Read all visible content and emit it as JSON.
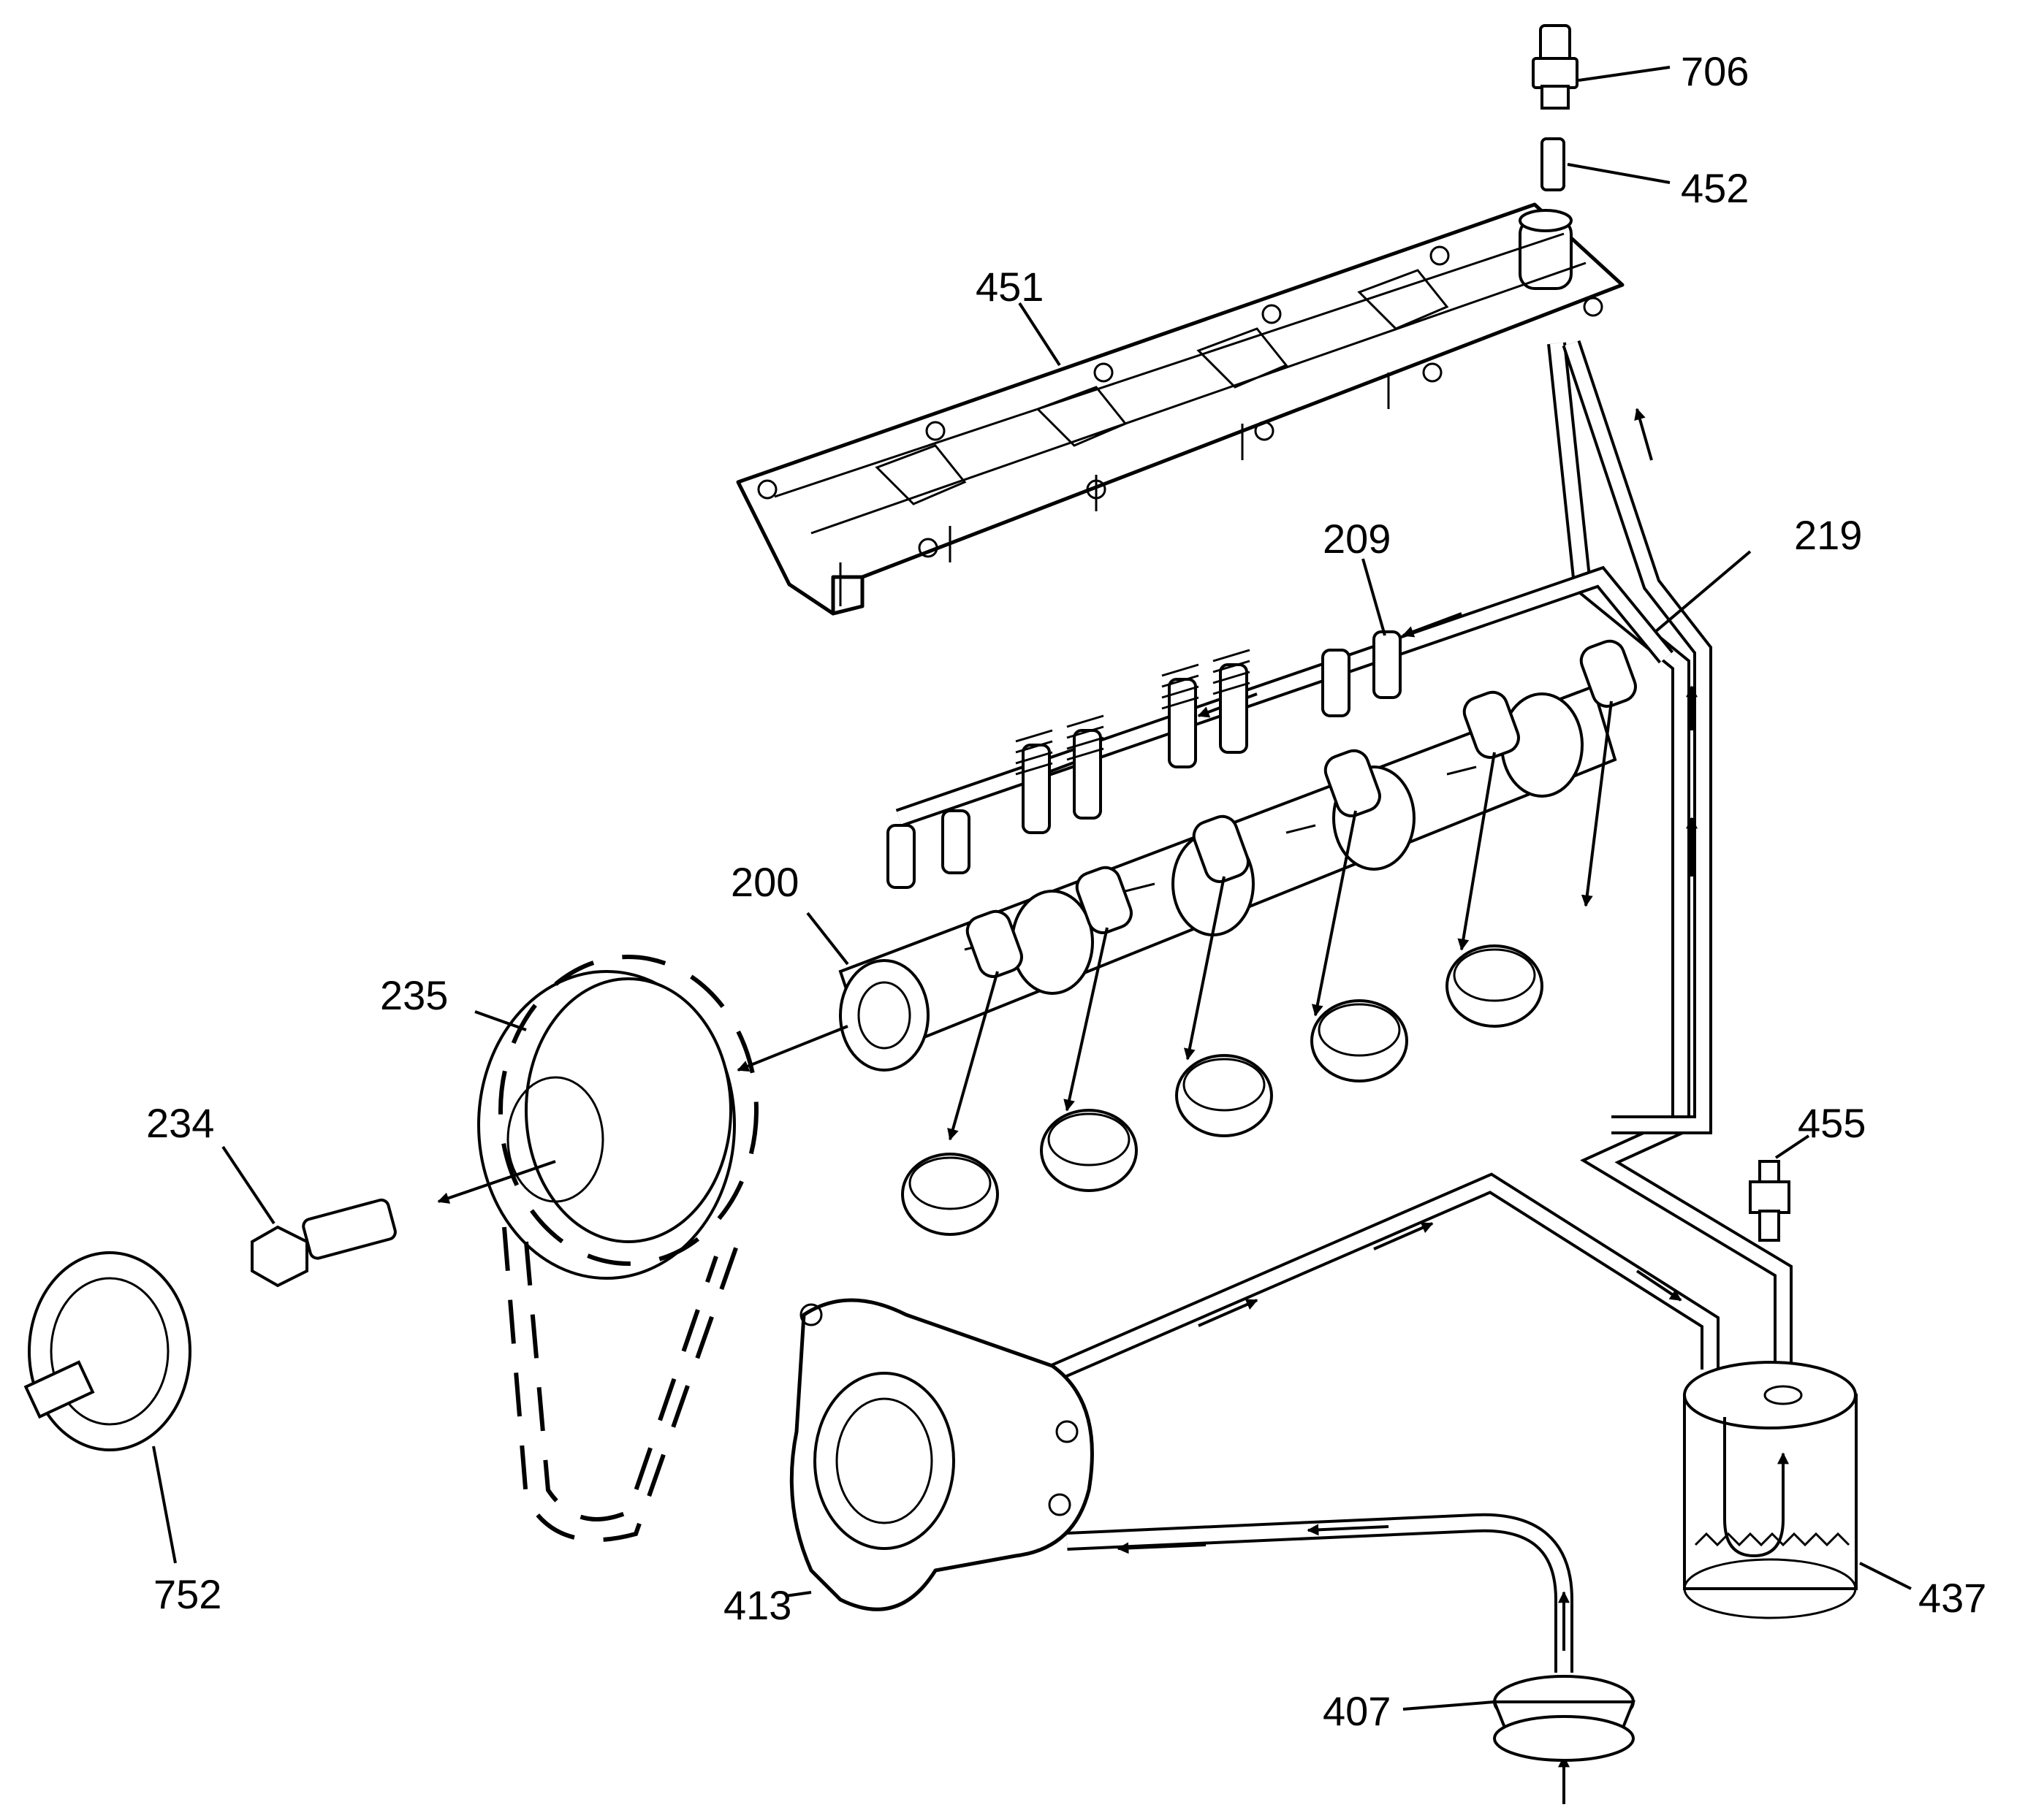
{
  "callouts": {
    "c706": "706",
    "c452": "452",
    "c451": "451",
    "c209": "209",
    "c219": "219",
    "c200": "200",
    "c235": "235",
    "c234": "234",
    "c455": "455",
    "c752": "752",
    "c413": "413",
    "c437": "437",
    "c407": "407"
  }
}
